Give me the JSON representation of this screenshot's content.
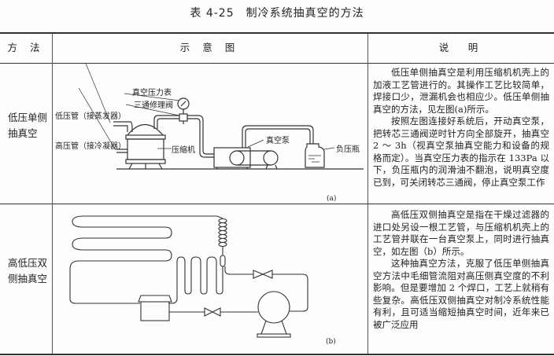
{
  "title": "表 4-25　制冷系统抽真空的方法",
  "headers": {
    "method": "方 法",
    "diagram": "示 意 图",
    "description": "说　明"
  },
  "rows": [
    {
      "method": "低压单侧抽真空",
      "diagram": {
        "labels": {
          "gauge": "真空压力表",
          "valve": "三通修理阀",
          "low_pipe": "低压管（接蒸发器）",
          "high_pipe": "高压管（接冷凝器）",
          "compressor": "压缩机",
          "pump": "真空泵",
          "bottle": "负压瓶"
        },
        "caption": "(a)"
      },
      "description": [
        "低压单侧抽真空是利用压缩机机壳上的加液工艺管进行的。其操作工艺比较简单，焊接口少，泄漏机会也相应少。低压单侧抽真空的方法，见左图(a)所示。",
        "按照左图连接好系统后，开动真空泵，把转芯三通阀逆时针方向全部旋开，抽真空 2 ～ 3h（视真空泵抽真空能力和设备的规格而定）。当真空压力表的指示在 133Pa 以下，负压瓶内的润滑油不翻泡，说明真空度已到，可关闭转芯三通阀，停止真空泵工作"
      ]
    },
    {
      "method": "高低压双侧抽真空",
      "diagram": {
        "caption": "(b)"
      },
      "description": [
        "高低压双侧抽真空是指在干燥过滤器的进口处另设一根工艺管，与压缩机机壳上的工艺管并联在一台真空泵上，同时进行抽真空，如左图（b）所示。",
        "这种抽真空方法，克服了低压单侧抽真空方法中毛细管流阻对高压侧真空度的不利影响。但是要增加 2 个焊口，工艺上就稍有些复杂。高低压双侧抽真空对制冷系统性能有利，且可适当缩短抽真空时间，近年来已被广泛应用"
      ]
    }
  ]
}
